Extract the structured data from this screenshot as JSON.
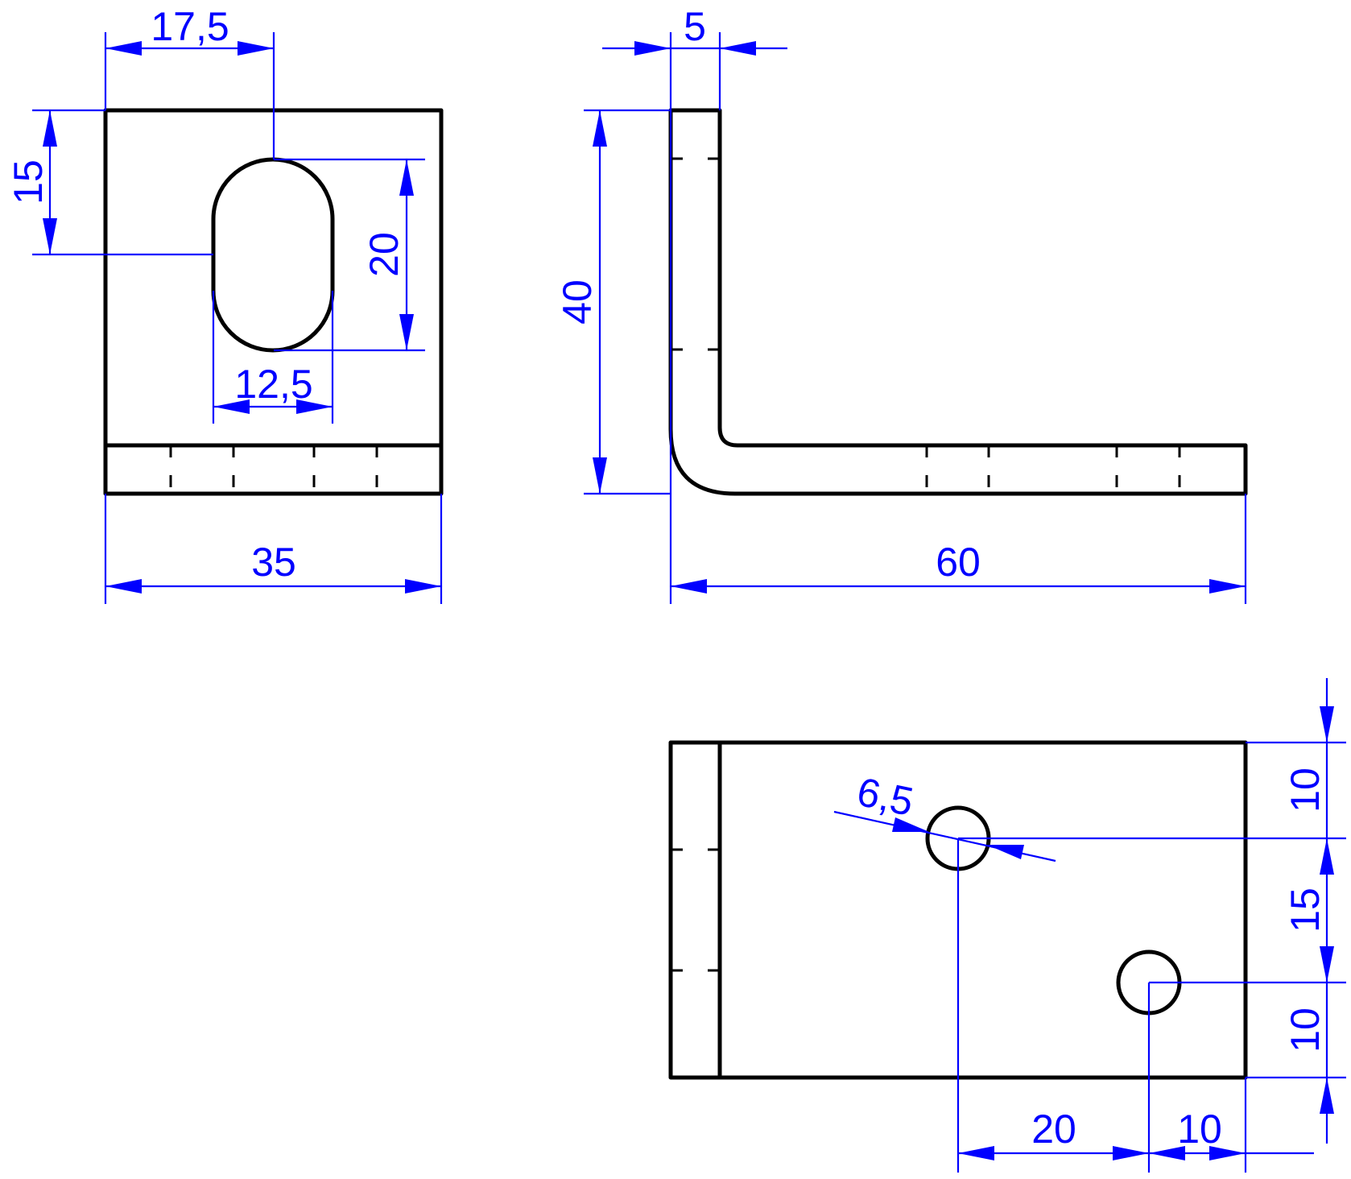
{
  "drawing": {
    "dimensions": {
      "front_width": "35",
      "slot_center_offset": "17,5",
      "slot_top_offset": "15",
      "slot_height": "20",
      "slot_width": "12,5",
      "side_thickness": "5",
      "side_height": "40",
      "side_length": "60",
      "hole_diameter": "6,5",
      "top_edge_to_hole1": "10",
      "hole_spacing_vertical": "15",
      "hole2_to_bottom_edge": "10",
      "hole_spacing_horizontal": "20",
      "hole2_to_right_edge": "10"
    },
    "colors": {
      "part_outline": "#000000",
      "dimension": "#0000ff"
    }
  }
}
